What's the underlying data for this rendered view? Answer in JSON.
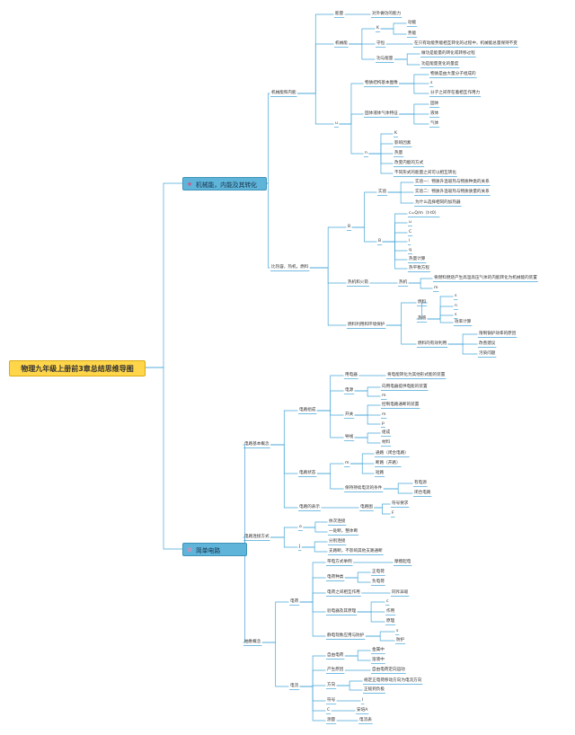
{
  "root": "物理九年级上册前3章总结思维导图",
  "colors": {
    "line": "#46a6d8",
    "root_bg": "#ffd54a",
    "main_bg": "#5fb4d9"
  },
  "branches": [
    {
      "id": "b1",
      "label": "机械能，内能及其转化",
      "icon": "star-icon",
      "children": [
        {
          "id": "b1-1",
          "label": "机械能和内能",
          "children": [
            {
              "id": "n1",
              "label": "能量",
              "children": [
                {
                  "id": "n1a",
                  "label": "对外做功的能力"
                }
              ]
            },
            {
              "id": "n2",
              "label": "机械能",
              "children": [
                {
                  "id": "n2a",
                  "label": "K",
                  "children": [
                    {
                      "id": "n2a1",
                      "label": "动能"
                    },
                    {
                      "id": "n2a2",
                      "label": "势能"
                    }
                  ]
                },
                {
                  "id": "n2b",
                  "label": "守恒",
                  "children": [
                    {
                      "id": "n2b1",
                      "label": "在只有动能势能相互转化的过程中，机械能总量保持不变"
                    }
                  ]
                },
                {
                  "id": "n2c",
                  "label": "功与能量",
                  "children": [
                    {
                      "id": "n2c1",
                      "label": "做功是能量的转化或转移过程"
                    },
                    {
                      "id": "n2c2",
                      "label": "功是能量变化的量度"
                    }
                  ]
                }
              ]
            },
            {
              "id": "n3",
              "label": "u",
              "children": [
                {
                  "id": "n3a",
                  "label": "物质结构基本图像",
                  "children": [
                    {
                      "id": "n3a1",
                      "label": "物质是由大量分子组成的"
                    },
                    {
                      "id": "n3a2",
                      "label": "s"
                    },
                    {
                      "id": "n3a3",
                      "label": "分子之间存在着相互作用力"
                    }
                  ]
                },
                {
                  "id": "n3b",
                  "label": "固体液体气体特征",
                  "children": [
                    {
                      "id": "n3b1",
                      "label": "固体"
                    },
                    {
                      "id": "n3b2",
                      "label": "液体"
                    },
                    {
                      "id": "n3b3",
                      "label": "气体"
                    }
                  ]
                },
                {
                  "id": "n3c",
                  "label": "n",
                  "children": [
                    {
                      "id": "n3c1",
                      "label": "K"
                    },
                    {
                      "id": "n3c2",
                      "label": "影响因素"
                    },
                    {
                      "id": "n3c3",
                      "label": "热量"
                    },
                    {
                      "id": "n3c4",
                      "label": "改变内能的方式"
                    },
                    {
                      "id": "n3c5",
                      "label": "不同形式的能量之间可以相互转化"
                    }
                  ]
                }
              ]
            }
          ]
        },
        {
          "id": "b1-2",
          "label": "比热容，热机，燃料",
          "children": [
            {
              "id": "m1",
              "label": "B",
              "children": [
                {
                  "id": "m1a",
                  "label": "实验",
                  "children": [
                    {
                      "id": "m1a1",
                      "label": "实验一：物质升温吸热与物质种类的关系"
                    },
                    {
                      "id": "m1a2",
                      "label": "实验二：物质升温吸热与物质质量的关系"
                    },
                    {
                      "id": "m1a3",
                      "label": "为什么选择相同的加热器"
                    }
                  ]
                },
                {
                  "id": "m1b",
                  "label": "B",
                  "children": [
                    {
                      "id": "m1b1",
                      "label": "c=Q/m（t-t0）"
                    },
                    {
                      "id": "m1b2",
                      "label": "u"
                    },
                    {
                      "id": "m1b3",
                      "label": "C"
                    },
                    {
                      "id": "m1b4",
                      "label": "l"
                    },
                    {
                      "id": "m1b5",
                      "label": "q"
                    },
                    {
                      "id": "m1b6",
                      "label": "热量计算"
                    },
                    {
                      "id": "m1b7",
                      "label": "热平衡方程"
                    }
                  ]
                }
              ]
            },
            {
              "id": "m2",
              "label": "热机和火箭",
              "children": [
                {
                  "id": "m2a",
                  "label": "热机",
                  "children": [
                    {
                      "id": "m2a1",
                      "label": "将燃料燃烧产生高温高压气体的内能转化为机械能的装置"
                    },
                    {
                      "id": "m2a2",
                      "label": "m"
                    }
                  ]
                }
              ]
            },
            {
              "id": "m3",
              "label": "燃料利用和环境保护",
              "children": [
                {
                  "id": "m3a",
                  "label": "燃料",
                  "children": [
                    {
                      "id": "m3a1",
                      "label": "热值",
                      "children": [
                        {
                          "id": "m3a1a",
                          "label": "s"
                        },
                        {
                          "id": "m3a1b",
                          "label": "n"
                        },
                        {
                          "id": "m3a1c",
                          "label": "s"
                        },
                        {
                          "id": "m3a1d",
                          "label": "效率计算"
                        }
                      ]
                    }
                  ]
                },
                {
                  "id": "m3b",
                  "label": "燃料的有效利用",
                  "children": [
                    {
                      "id": "m3b1",
                      "label": "限制锅炉效率的原因"
                    },
                    {
                      "id": "m3b2",
                      "label": "改善建议"
                    },
                    {
                      "id": "m3b3",
                      "label": "污染问题"
                    }
                  ]
                }
              ]
            }
          ]
        }
      ]
    },
    {
      "id": "b2",
      "label": "简单电路",
      "icon": "flower-icon",
      "children": [
        {
          "id": "c1",
          "label": "电路基本概念",
          "children": [
            {
              "id": "c1a",
              "label": "电路组成",
              "children": [
                {
                  "id": "c1a1",
                  "label": "用电器",
                  "children": [
                    {
                      "id": "c1a1a",
                      "label": "将电能转化为其他形式能的装置"
                    }
                  ]
                },
                {
                  "id": "c1a2",
                  "label": "电源",
                  "children": [
                    {
                      "id": "c1a2a",
                      "label": "向用电器提供电能的装置"
                    },
                    {
                      "id": "c1a2b",
                      "label": "m"
                    }
                  ]
                },
                {
                  "id": "c1a3",
                  "label": "开关",
                  "children": [
                    {
                      "id": "c1a3a",
                      "label": "控制电路通断的装置"
                    },
                    {
                      "id": "c1a3b",
                      "label": "m"
                    },
                    {
                      "id": "c1a3c",
                      "label": "p"
                    }
                  ]
                },
                {
                  "id": "c1a4",
                  "label": "导线",
                  "children": [
                    {
                      "id": "c1a4a",
                      "label": "组成"
                    },
                    {
                      "id": "c1a4b",
                      "label": "材料"
                    }
                  ]
                }
              ]
            },
            {
              "id": "c1b",
              "label": "电路状态",
              "children": [
                {
                  "id": "c1b1",
                  "label": "m",
                  "children": [
                    {
                      "id": "c1b1a",
                      "label": "通路（闭合电路）"
                    },
                    {
                      "id": "c1b1b",
                      "label": "断路（开路）"
                    },
                    {
                      "id": "c1b1c",
                      "label": "短路"
                    }
                  ]
                },
                {
                  "id": "c1b2",
                  "label": "保持持续电流的条件",
                  "children": [
                    {
                      "id": "c1b2a",
                      "label": "有电源"
                    },
                    {
                      "id": "c1b2b",
                      "label": "闭合电路"
                    }
                  ]
                }
              ]
            },
            {
              "id": "c1c",
              "label": "电路的表示",
              "children": [
                {
                  "id": "c1c1",
                  "label": "电路图",
                  "children": [
                    {
                      "id": "c1c1a",
                      "label": "符号要求"
                    },
                    {
                      "id": "c1c1b",
                      "label": "F"
                    }
                  ]
                }
              ]
            }
          ]
        },
        {
          "id": "c2",
          "label": "电路连接方式",
          "children": [
            {
              "id": "c2a",
              "label": "o",
              "children": [
                {
                  "id": "c2a1",
                  "label": "依次连接"
                },
                {
                  "id": "c2a2",
                  "label": "一处断，整体断"
                }
              ]
            },
            {
              "id": "c2b",
              "label": "J",
              "children": [
                {
                  "id": "c2b1",
                  "label": "分别连接"
                },
                {
                  "id": "c2b2",
                  "label": "支路断，不影响其他支路通断"
                }
              ]
            }
          ]
        },
        {
          "id": "c3",
          "label": "抽象概念",
          "children": [
            {
              "id": "c3a",
              "label": "电荷",
              "children": [
                {
                  "id": "c3a1",
                  "label": "带电方式举例",
                  "children": [
                    {
                      "id": "c3a1a",
                      "label": "摩擦起电"
                    }
                  ]
                },
                {
                  "id": "c3a2",
                  "label": "电荷种类",
                  "children": [
                    {
                      "id": "c3a2a",
                      "label": "正电荷"
                    },
                    {
                      "id": "c3a2b",
                      "label": "负电荷"
                    }
                  ]
                },
                {
                  "id": "c3a3",
                  "label": "电荷之间相互作用",
                  "children": [
                    {
                      "id": "c3a3a",
                      "label": "同斥异吸"
                    }
                  ]
                },
                {
                  "id": "c3a4",
                  "label": "验电器及其原理",
                  "children": [
                    {
                      "id": "c3a4a",
                      "label": "c"
                    },
                    {
                      "id": "c3a4b",
                      "label": "作用"
                    },
                    {
                      "id": "c3a4c",
                      "label": "原理"
                    }
                  ]
                },
                {
                  "id": "c3a5",
                  "label": "静电现象应用与防护",
                  "children": [
                    {
                      "id": "c3a5a",
                      "label": "s"
                    },
                    {
                      "id": "c3a5b",
                      "label": "防护"
                    }
                  ]
                }
              ]
            },
            {
              "id": "c3b",
              "label": "电流",
              "children": [
                {
                  "id": "c3b1",
                  "label": "自由电荷",
                  "children": [
                    {
                      "id": "c3b1a",
                      "label": "金属中"
                    },
                    {
                      "id": "c3b1b",
                      "label": "溶液中"
                    }
                  ]
                },
                {
                  "id": "c3b2",
                  "label": "产生原因",
                  "children": [
                    {
                      "id": "c3b2a",
                      "label": "自由电荷定向运动"
                    }
                  ]
                },
                {
                  "id": "c3b3",
                  "label": "方向",
                  "children": [
                    {
                      "id": "c3b3a",
                      "label": "规定正电荷移动方向为电流方向"
                    },
                    {
                      "id": "c3b3b",
                      "label": "正极到负极"
                    }
                  ]
                },
                {
                  "id": "c3b4",
                  "label": "符号",
                  "children": [
                    {
                      "id": "c3b4a",
                      "label": "I"
                    }
                  ]
                },
                {
                  "id": "c3b5",
                  "label": "C",
                  "children": [
                    {
                      "id": "c3b5a",
                      "label": "安培A"
                    }
                  ]
                },
                {
                  "id": "c3b6",
                  "label": "测量",
                  "children": [
                    {
                      "id": "c3b6a",
                      "label": "电流表"
                    }
                  ]
                }
              ]
            }
          ]
        }
      ]
    }
  ]
}
